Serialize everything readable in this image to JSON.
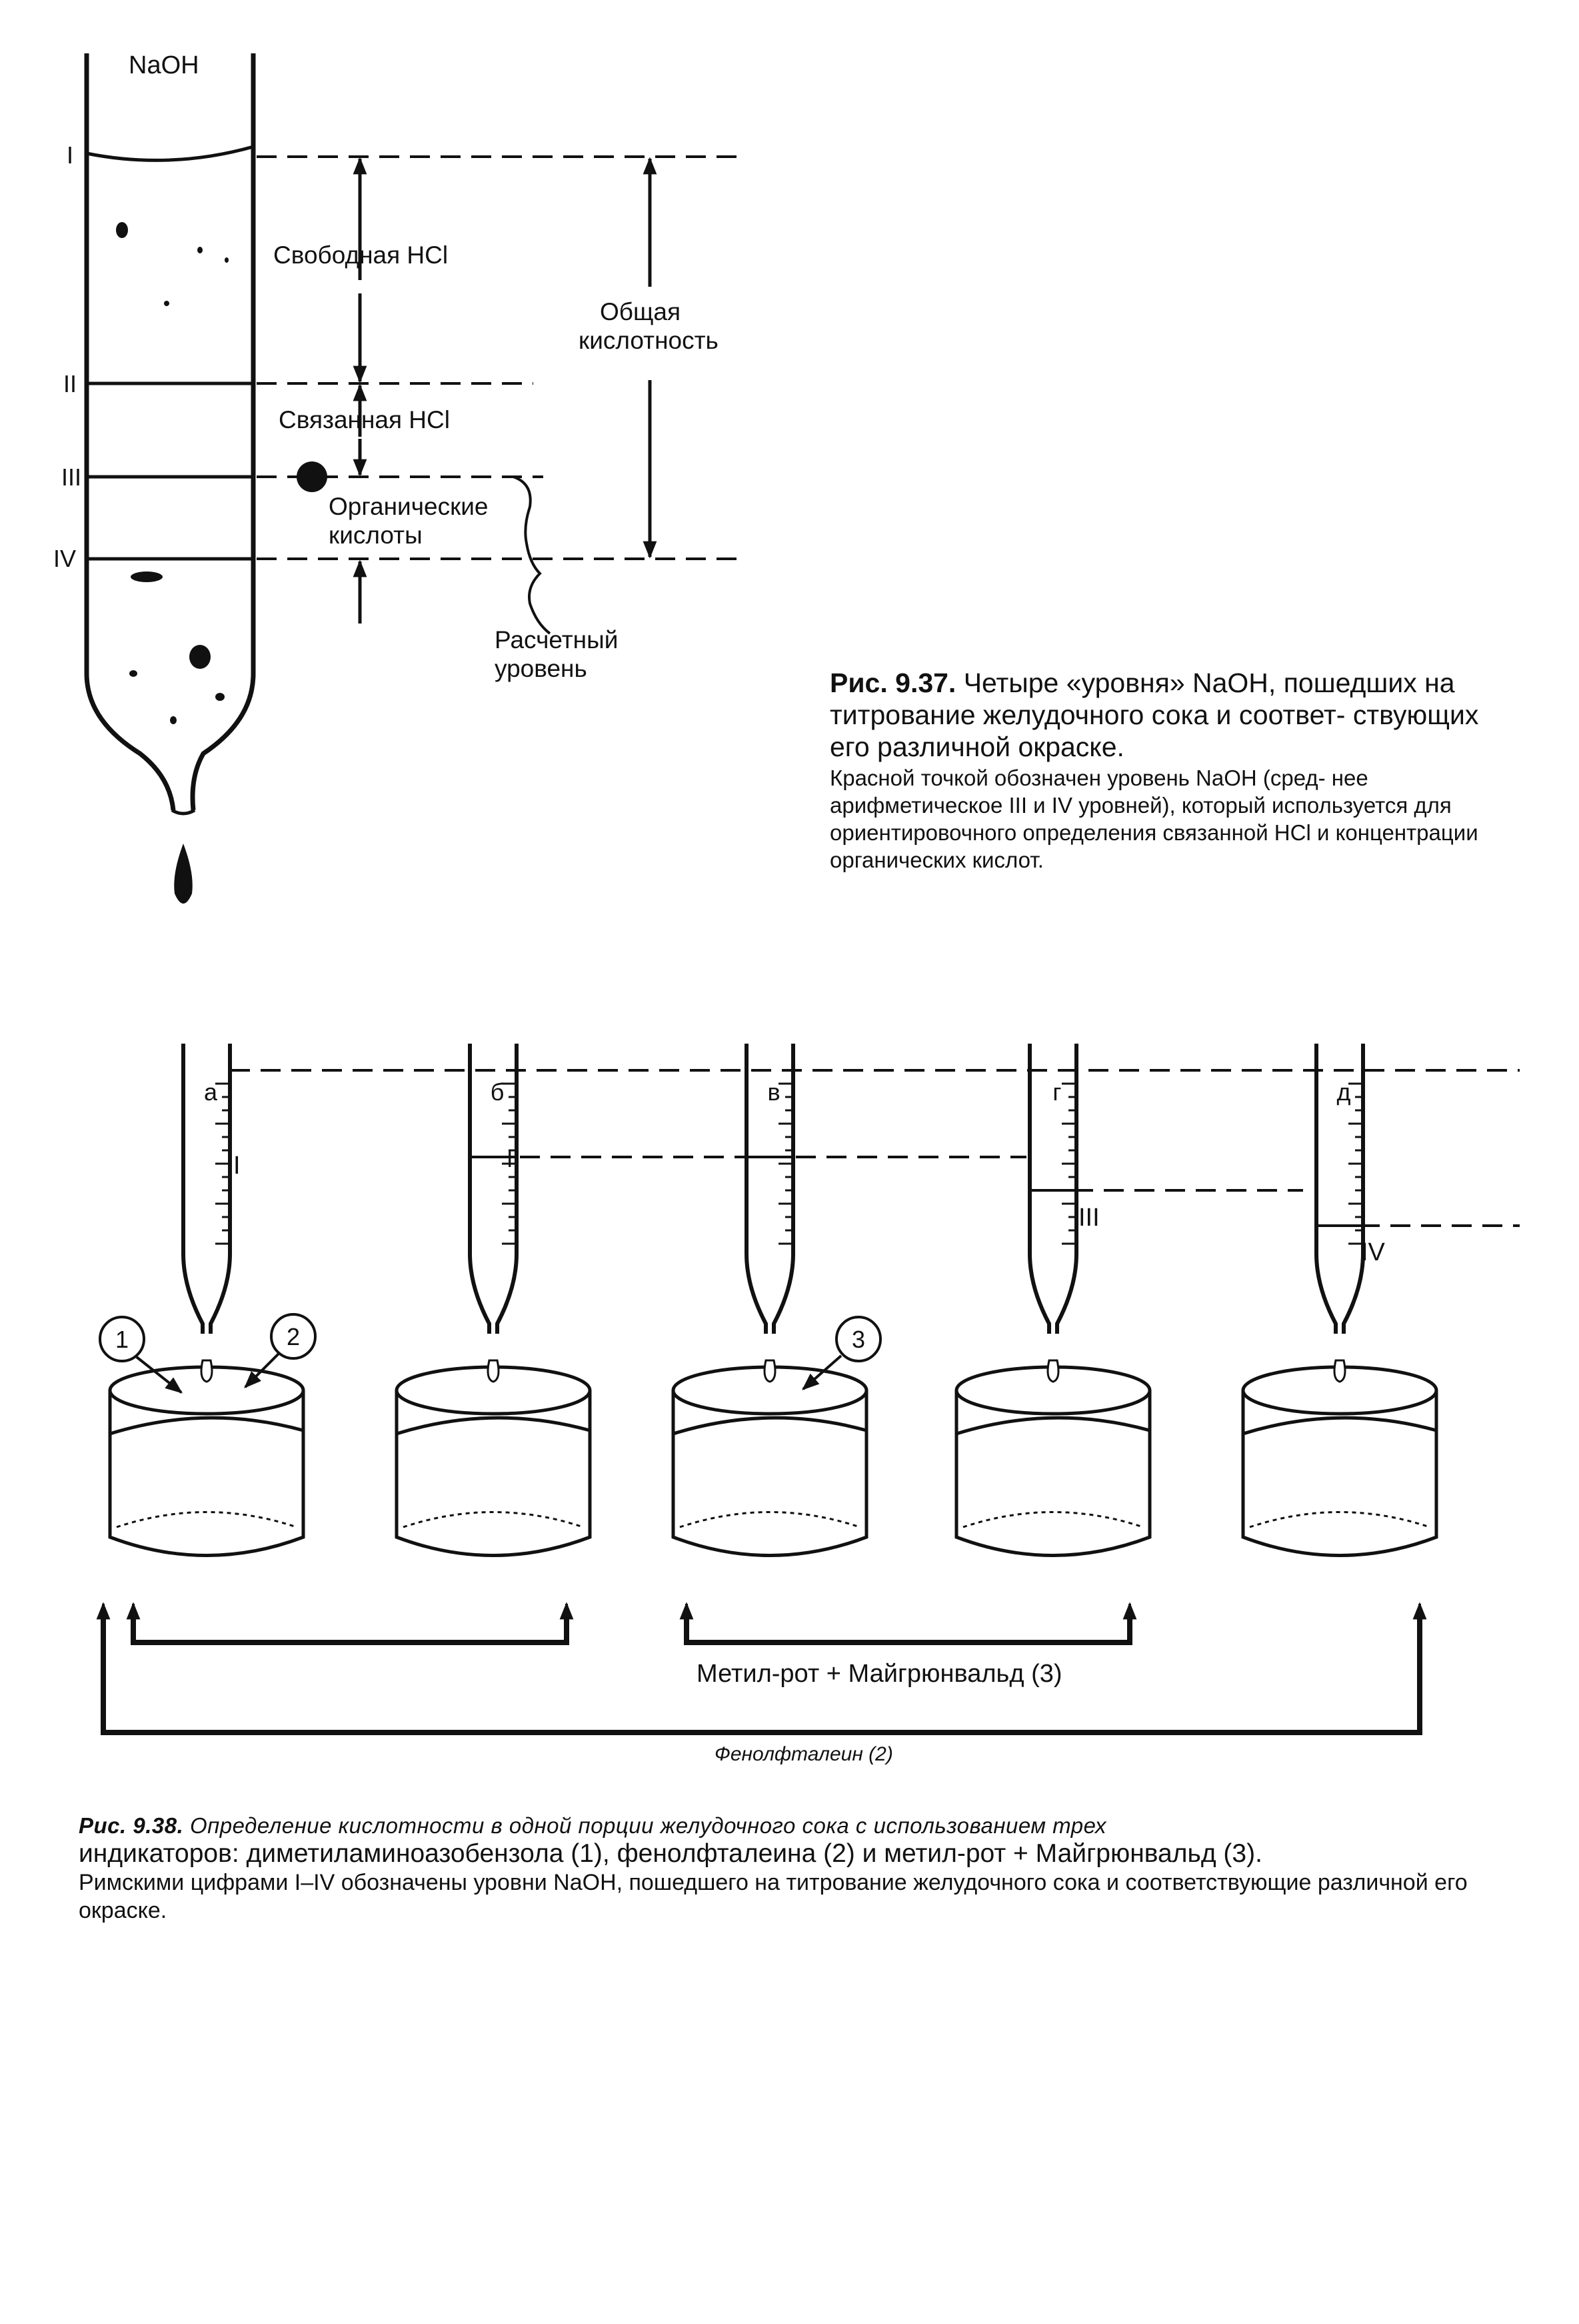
{
  "figure1": {
    "top_label": "NaOH",
    "levels": [
      "I",
      "II",
      "III",
      "IV"
    ],
    "zone_labels": {
      "free_hcl": "Свободная HCl",
      "bound_hcl": "Связанная HCl",
      "organic_line1": "Органические",
      "organic_line2": "кислоты",
      "total_line1": "Общая",
      "total_line2": "кислотность",
      "calc_line1": "Расчетный",
      "calc_line2": "уровень"
    },
    "caption": {
      "number": "Рис. 9.37.",
      "title": "Четыре «уровня» NaOH, пошедших на титрование желудочного сока и соответ- ствующих его различной окраске.",
      "text": "Красной точкой обозначен уровень NaOH (сред- нее арифметическое III и IV уровней), который используется для ориентировочного определения связанной HCl и концентрации органических кислот."
    }
  },
  "figure2": {
    "burette_letters": [
      "а",
      "б",
      "в",
      "г",
      "д"
    ],
    "level_marks": [
      "I",
      "II",
      "III",
      "IV"
    ],
    "indicator_numbers": [
      "1",
      "2",
      "3"
    ],
    "bracket_methyl": "Метил-рот + Майгрюнвальд (3)",
    "bracket_phenol": "Фенолфталеин (2)",
    "caption": {
      "number": "Рис. 9.38.",
      "line1": "Определение кислотности в одной порции желудочного сока с использованием трех",
      "line2": "индикаторов: диметиламиноазобензола (1), фенолфталеина (2) и метил-рот + Майгрюнвальд (3).",
      "line3": "Римскими цифрами I–IV обозначены уровни NaOH, пошедшего на титрование желудочного сока и соответствующие различной его окраске."
    }
  }
}
